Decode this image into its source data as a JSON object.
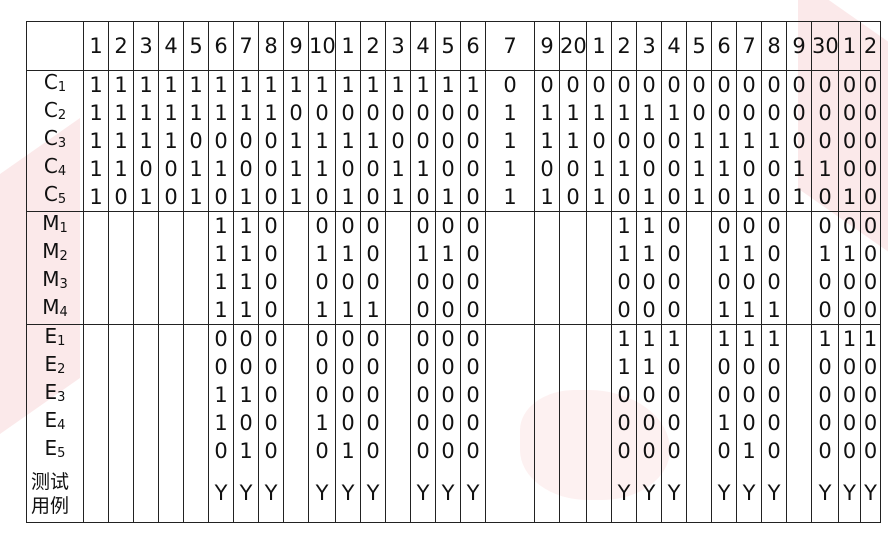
{
  "corner": "",
  "columns": [
    "1",
    "2",
    "3",
    "4",
    "5",
    "6",
    "7",
    "8",
    "9",
    "10",
    "1",
    "2",
    "3",
    "4",
    "5",
    "6",
    "7",
    "9",
    "20",
    "1",
    "2",
    "3",
    "4",
    "5",
    "6",
    "7",
    "8",
    "9",
    "30",
    "1",
    "2"
  ],
  "rows": [
    {
      "label": "C",
      "sub": "1",
      "cells": [
        "1",
        "1",
        "1",
        "1",
        "1",
        "1",
        "1",
        "1",
        "1",
        "1",
        "1",
        "1",
        "1",
        "1",
        "1",
        "1",
        "0",
        "0",
        "0",
        "0",
        "0",
        "0",
        "0",
        "0",
        "0",
        "0",
        "0",
        "0",
        "0",
        "0",
        "0"
      ]
    },
    {
      "label": "C",
      "sub": "2",
      "cells": [
        "1",
        "1",
        "1",
        "1",
        "1",
        "1",
        "1",
        "1",
        "0",
        "0",
        "0",
        "0",
        "0",
        "0",
        "0",
        "0",
        "1",
        "1",
        "1",
        "1",
        "1",
        "1",
        "1",
        "0",
        "0",
        "0",
        "0",
        "0",
        "0",
        "0",
        "0"
      ]
    },
    {
      "label": "C",
      "sub": "3",
      "cells": [
        "1",
        "1",
        "1",
        "1",
        "0",
        "0",
        "0",
        "0",
        "1",
        "1",
        "1",
        "1",
        "0",
        "0",
        "0",
        "0",
        "1",
        "1",
        "1",
        "0",
        "0",
        "0",
        "0",
        "1",
        "1",
        "1",
        "1",
        "0",
        "0",
        "0",
        "0"
      ]
    },
    {
      "label": "C",
      "sub": "4",
      "cells": [
        "1",
        "1",
        "0",
        "0",
        "1",
        "1",
        "0",
        "0",
        "1",
        "1",
        "0",
        "0",
        "1",
        "1",
        "0",
        "0",
        "1",
        "0",
        "0",
        "1",
        "1",
        "0",
        "0",
        "1",
        "1",
        "0",
        "0",
        "1",
        "1",
        "0",
        "0"
      ]
    },
    {
      "label": "C",
      "sub": "5",
      "cells": [
        "1",
        "0",
        "1",
        "0",
        "1",
        "0",
        "1",
        "0",
        "1",
        "0",
        "1",
        "0",
        "1",
        "0",
        "1",
        "0",
        "1",
        "1",
        "0",
        "1",
        "0",
        "1",
        "0",
        "1",
        "0",
        "1",
        "0",
        "1",
        "0",
        "1",
        "0"
      ]
    },
    {
      "label": "M",
      "sub": "1",
      "cells": [
        "",
        "",
        "",
        "",
        "",
        "1",
        "1",
        "0",
        "",
        "0",
        "0",
        "0",
        "",
        "0",
        "0",
        "0",
        "",
        "",
        "",
        "",
        "1",
        "1",
        "0",
        "",
        "0",
        "0",
        "0",
        "",
        "0",
        "0",
        "0"
      ]
    },
    {
      "label": "M",
      "sub": "2",
      "cells": [
        "",
        "",
        "",
        "",
        "",
        "1",
        "1",
        "0",
        "",
        "1",
        "1",
        "0",
        "",
        "1",
        "1",
        "0",
        "",
        "",
        "",
        "",
        "1",
        "1",
        "0",
        "",
        "1",
        "1",
        "0",
        "",
        "1",
        "1",
        "0"
      ]
    },
    {
      "label": "M",
      "sub": "3",
      "cells": [
        "",
        "",
        "",
        "",
        "",
        "1",
        "1",
        "0",
        "",
        "0",
        "0",
        "0",
        "",
        "0",
        "0",
        "0",
        "",
        "",
        "",
        "",
        "0",
        "0",
        "0",
        "",
        "0",
        "0",
        "0",
        "",
        "0",
        "0",
        "0"
      ]
    },
    {
      "label": "M",
      "sub": "4",
      "cells": [
        "",
        "",
        "",
        "",
        "",
        "1",
        "1",
        "0",
        "",
        "1",
        "1",
        "1",
        "",
        "0",
        "0",
        "0",
        "",
        "",
        "",
        "",
        "0",
        "0",
        "0",
        "",
        "1",
        "1",
        "1",
        "",
        "0",
        "0",
        "0"
      ]
    },
    {
      "label": "E",
      "sub": "1",
      "cells": [
        "",
        "",
        "",
        "",
        "",
        "0",
        "0",
        "0",
        "",
        "0",
        "0",
        "0",
        "",
        "0",
        "0",
        "0",
        "",
        "",
        "",
        "",
        "1",
        "1",
        "1",
        "",
        "1",
        "1",
        "1",
        "",
        "1",
        "1",
        "1"
      ]
    },
    {
      "label": "E",
      "sub": "2",
      "cells": [
        "",
        "",
        "",
        "",
        "",
        "0",
        "0",
        "0",
        "",
        "0",
        "0",
        "0",
        "",
        "0",
        "0",
        "0",
        "",
        "",
        "",
        "",
        "1",
        "1",
        "0",
        "",
        "0",
        "0",
        "0",
        "",
        "0",
        "0",
        "0"
      ]
    },
    {
      "label": "E",
      "sub": "3",
      "cells": [
        "",
        "",
        "",
        "",
        "",
        "1",
        "1",
        "0",
        "",
        "0",
        "0",
        "0",
        "",
        "0",
        "0",
        "0",
        "",
        "",
        "",
        "",
        "0",
        "0",
        "0",
        "",
        "0",
        "0",
        "0",
        "",
        "0",
        "0",
        "0"
      ]
    },
    {
      "label": "E",
      "sub": "4",
      "cells": [
        "",
        "",
        "",
        "",
        "",
        "1",
        "0",
        "0",
        "",
        "1",
        "0",
        "0",
        "",
        "0",
        "0",
        "0",
        "",
        "",
        "",
        "",
        "0",
        "0",
        "0",
        "",
        "1",
        "0",
        "0",
        "",
        "0",
        "0",
        "0"
      ]
    },
    {
      "label": "E",
      "sub": "5",
      "cells": [
        "",
        "",
        "",
        "",
        "",
        "0",
        "1",
        "0",
        "",
        "0",
        "1",
        "0",
        "",
        "0",
        "0",
        "0",
        "",
        "",
        "",
        "",
        "0",
        "0",
        "0",
        "",
        "0",
        "1",
        "0",
        "",
        "0",
        "0",
        "0"
      ]
    }
  ],
  "testcase": {
    "label": "测试用例",
    "cells": [
      "",
      "",
      "",
      "",
      "",
      "Y",
      "Y",
      "Y",
      "",
      "Y",
      "Y",
      "Y",
      "",
      "Y",
      "Y",
      "Y",
      "",
      "",
      "",
      "",
      "Y",
      "Y",
      "Y",
      "",
      "Y",
      "Y",
      "Y",
      "",
      "Y",
      "Y",
      "Y"
    ]
  }
}
